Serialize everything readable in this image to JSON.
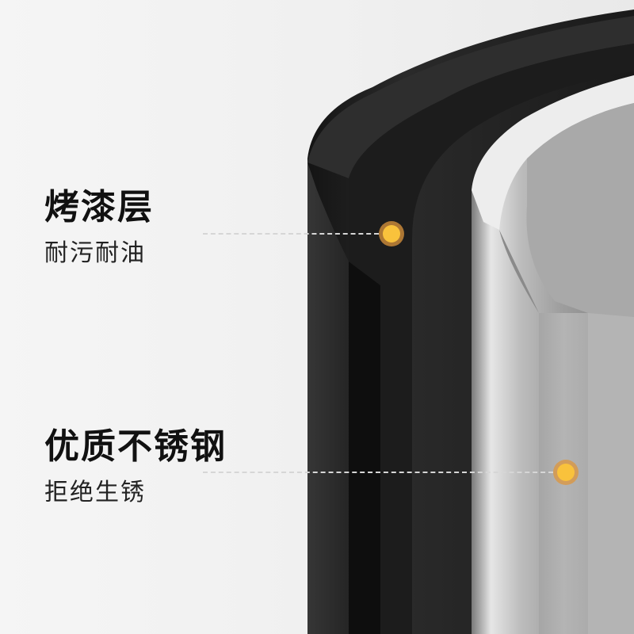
{
  "features": [
    {
      "title": "烤漆层",
      "subtitle": "耐污耐油"
    },
    {
      "title": "优质不锈钢",
      "subtitle": "拒绝生锈"
    }
  ],
  "colors": {
    "background": "#f3f3f3",
    "coating": "#1b1b1b",
    "steel": "#c9c9c9",
    "marker": "#f9c23c",
    "marker_ring": "#de963c"
  }
}
